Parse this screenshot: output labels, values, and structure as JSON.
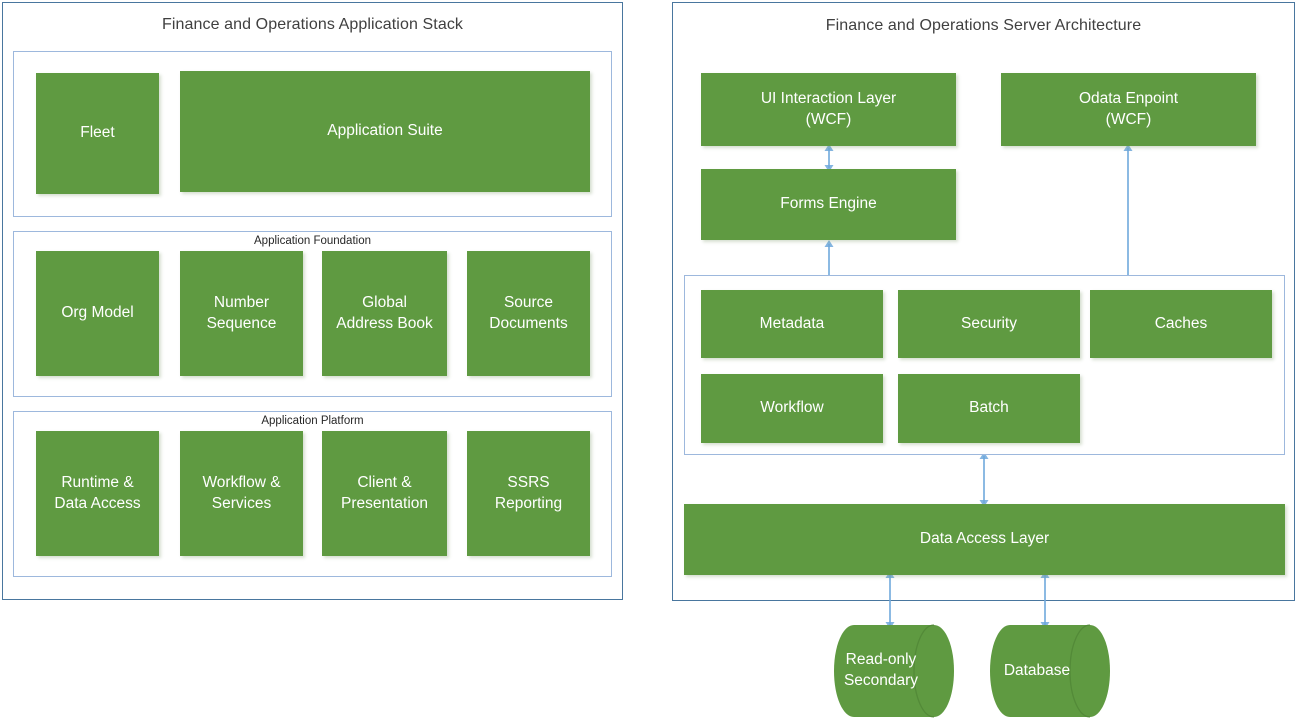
{
  "left_panel": {
    "title": "Finance and Operations Application Stack",
    "groups": [
      {
        "label": "",
        "boxes": [
          {
            "label": "Fleet"
          },
          {
            "label": "Application Suite"
          }
        ]
      },
      {
        "label": "Application Foundation",
        "boxes": [
          {
            "label": "Org Model"
          },
          {
            "label": "Number\nSequence"
          },
          {
            "label": "Global\nAddress Book"
          },
          {
            "label": "Source\nDocuments"
          }
        ]
      },
      {
        "label": "Application Platform",
        "boxes": [
          {
            "label": "Runtime &\nData Access"
          },
          {
            "label": "Workflow &\nServices"
          },
          {
            "label": "Client &\nPresentation"
          },
          {
            "label": "SSRS\nReporting"
          }
        ]
      }
    ]
  },
  "right_panel": {
    "title": "Finance and Operations Server Architecture",
    "boxes": {
      "ui_interaction_layer": "UI Interaction Layer\n(WCF)",
      "odata_endpoint": "Odata Enpoint\n(WCF)",
      "forms_engine": "Forms Engine",
      "metadata": "Metadata",
      "security": "Security",
      "caches": "Caches",
      "workflow": "Workflow",
      "batch": "Batch",
      "data_access_layer": "Data Access Layer"
    },
    "cylinders": {
      "read_only_secondary": "Read-only\nSecondary",
      "database": "Database"
    }
  },
  "colors": {
    "green_fill": "#5F9A41",
    "outer_border": "#49769E",
    "inner_border": "#9DB8DD",
    "arrow": "#6FA8DC",
    "title_text": "#404040",
    "box_text": "#FFFFFF"
  }
}
